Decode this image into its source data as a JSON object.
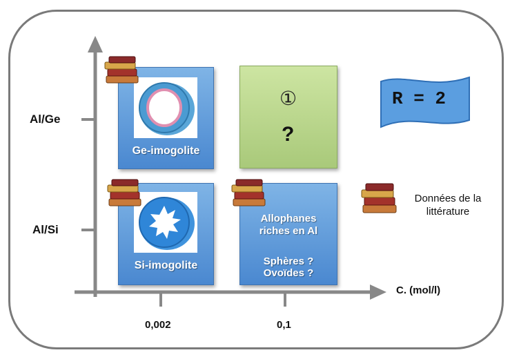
{
  "y_axis": {
    "ticks": [
      "Al/Ge",
      "Al/Si"
    ]
  },
  "x_axis": {
    "label": "C. (mol/l)",
    "ticks": [
      "0,002",
      "0,1"
    ]
  },
  "boxes": {
    "ge_imogolite": {
      "caption": "Ge-imogolite"
    },
    "si_imogolite": {
      "caption": "Si-imogolite"
    },
    "unknown": {
      "number": "①",
      "mark": "?"
    },
    "allophanes": {
      "line1": "Allophanes",
      "line2": "riches en Al",
      "line3": "Sphères ?",
      "line4": "Ovoïdes ?"
    }
  },
  "banner": {
    "text": "R = 2"
  },
  "legend": {
    "line1": "Données de la",
    "line2": "littérature"
  },
  "icons": {
    "books": "books-icon",
    "ge_tube": "nanotube-icon",
    "si_tube": "nanotube-icon"
  },
  "colors": {
    "blue_box": "#5b95d8",
    "green_box": "#b7d48a",
    "banner": "#5b9ee0",
    "axis": "#888888"
  }
}
